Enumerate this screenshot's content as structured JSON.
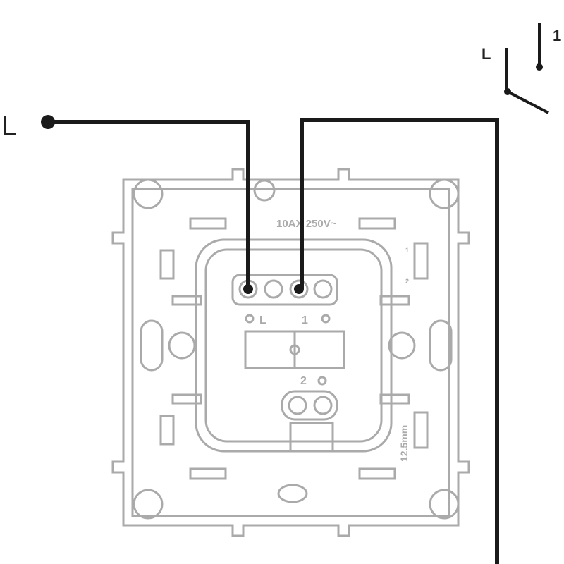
{
  "diagram": {
    "supply_label": "L",
    "switch_symbol": {
      "common_label": "L",
      "output_label": "1"
    },
    "device": {
      "rating": "10AX 250V~",
      "terminal_labels": [
        "L",
        "1",
        "2"
      ],
      "side_labels": [
        "1",
        "2"
      ],
      "depth_label": "12.5mm"
    },
    "colors": {
      "wire": "#1a1a1a",
      "device_outline": "#aaaaaa"
    }
  }
}
